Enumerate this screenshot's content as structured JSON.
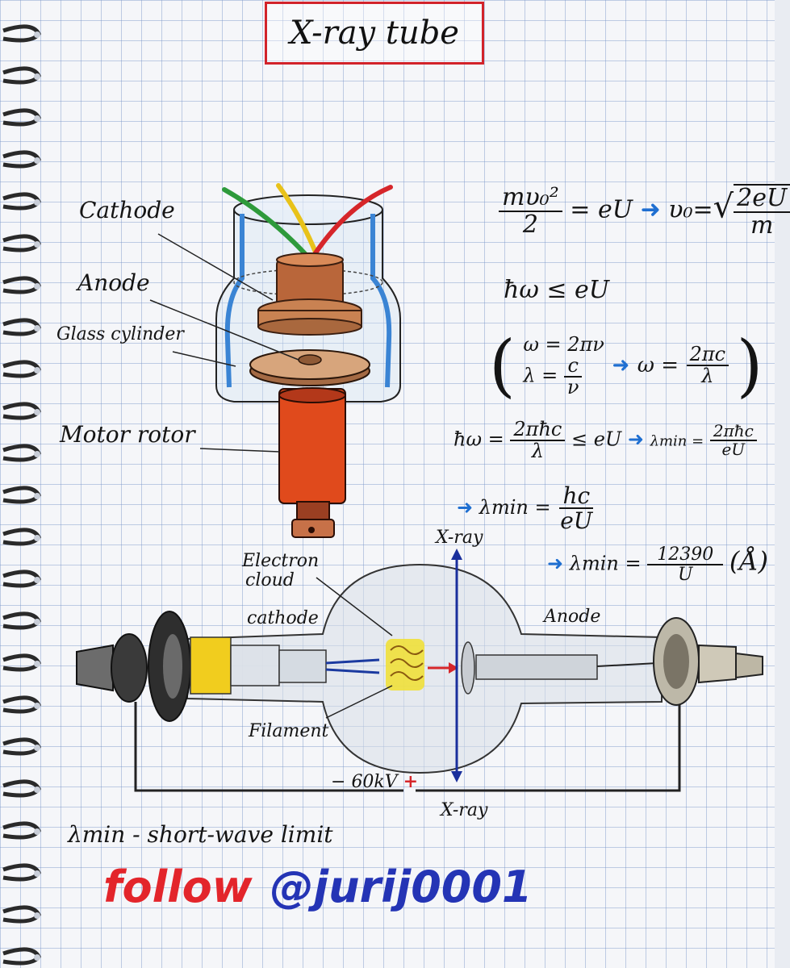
{
  "title": "X-ray tube",
  "top_labels": {
    "cathode": "Cathode",
    "anode": "Anode",
    "glass_cylinder": "Glass cylinder",
    "motor_rotor": "Motor rotor"
  },
  "bottom_labels": {
    "electron_cloud_line1": "Electron",
    "electron_cloud_line2": "cloud",
    "cathode": "cathode",
    "anode": "Anode",
    "filament": "Filament",
    "xray_top": "X-ray",
    "xray_bottom": "X-ray",
    "voltage": "60kV",
    "minus": "−",
    "plus": "+"
  },
  "equations": {
    "eq1": {
      "num": "mυ₀²",
      "den": "2",
      "mid": "= eU",
      "arrow": "➜",
      "lhs2": "υ₀=",
      "sqrt_num": "2eU",
      "sqrt_den": "m"
    },
    "eq2": "ħω ≤ eU",
    "eq3": {
      "w_line": "ω = 2πν",
      "l_line_pre": "λ =",
      "l_num": "c",
      "l_den": "ν",
      "arrow": "➜",
      "rhs_pre": "ω =",
      "rhs_num": "2πc",
      "rhs_den": "λ"
    },
    "eq4": {
      "lhs": "ħω =",
      "num": "2πħc",
      "den": "λ",
      "mid": "≤ eU",
      "arrow": "➜",
      "rhs_pre": "λmin =",
      "rhs_num": "2πħc",
      "rhs_den": "eU"
    },
    "eq5": {
      "arrow": "➜",
      "lhs": "λmin =",
      "num": "hc",
      "den": "eU"
    },
    "eq6": {
      "arrow": "➜",
      "lhs": "λmin =",
      "num": "12390",
      "den": "U",
      "unit": "(Å)"
    }
  },
  "footnote": "λmin - short-wave limit",
  "follow": {
    "word": "follow",
    "handle": "@jurij0001"
  },
  "colors": {
    "title_border": "#d2232a",
    "arrow_blue": "#1f6fd1",
    "copper": "#b9663a",
    "rotor_red": "#e04a1c",
    "follow_red": "#e3252b",
    "handle_blue": "#2434b5",
    "axis_blue": "#1a2f9c",
    "wire_red": "#d6262a",
    "wire_green": "#2e9a3b",
    "wire_yellow": "#e8c21a",
    "glass_blue": "#3a84d4",
    "filament_yellow": "#f0e03a"
  }
}
